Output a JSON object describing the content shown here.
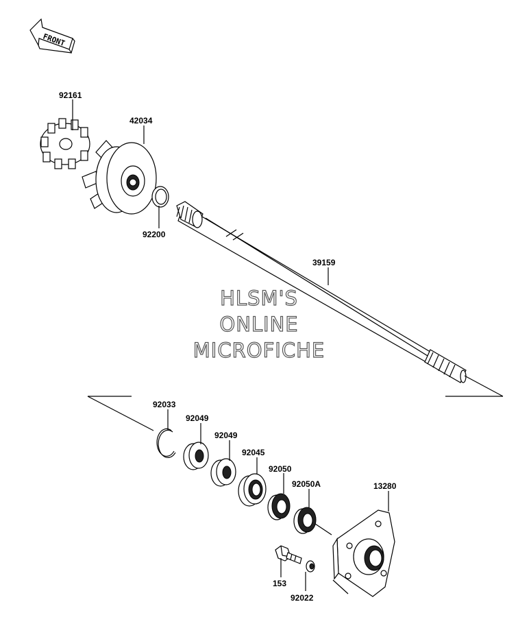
{
  "front_arrow_label": "FRONT",
  "watermark": [
    "HLSM'S",
    "ONLINE",
    "MICROFICHE"
  ],
  "parts": [
    "92161",
    "42034",
    "92200",
    "39159",
    "92033",
    "92049",
    "92049",
    "92045",
    "92050",
    "92050A",
    "13280",
    "153",
    "92022"
  ]
}
